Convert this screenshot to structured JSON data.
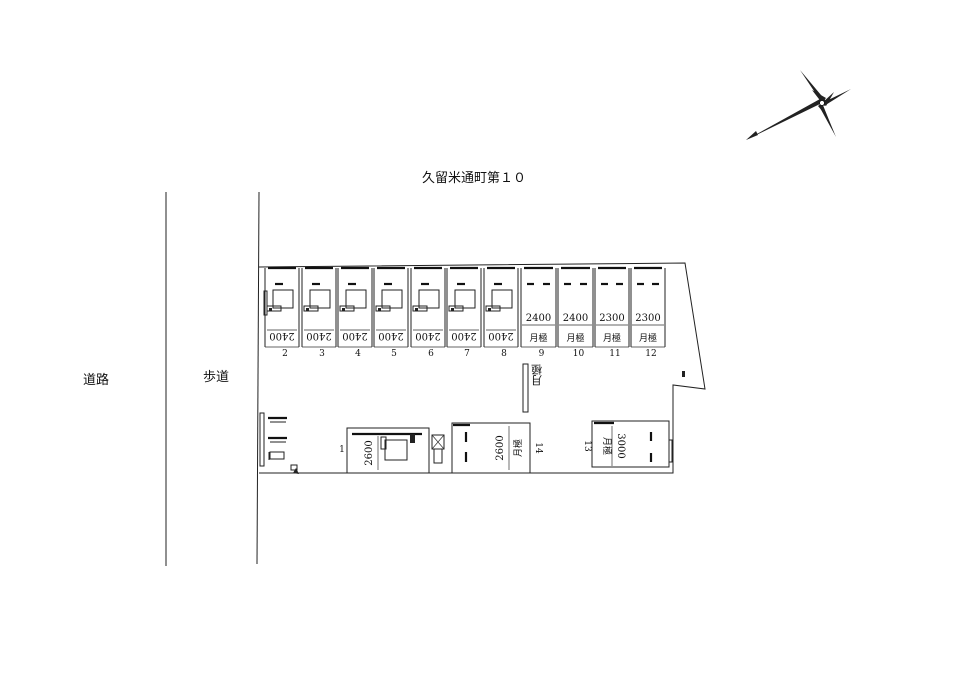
{
  "title": "久留米通町第１０",
  "road_label": "道路",
  "sidewalk_label": "歩道",
  "upper_spaces": [
    {
      "number": "2",
      "width": "2400",
      "type": "machine"
    },
    {
      "number": "3",
      "width": "2400",
      "type": "machine"
    },
    {
      "number": "4",
      "width": "2400",
      "type": "machine"
    },
    {
      "number": "5",
      "width": "2400",
      "type": "machine"
    },
    {
      "number": "6",
      "width": "2400",
      "type": "machine"
    },
    {
      "number": "7",
      "width": "2400",
      "type": "machine"
    },
    {
      "number": "8",
      "width": "2400",
      "type": "machine"
    },
    {
      "number": "9",
      "width": "2400",
      "type": "monthly",
      "label": "月極"
    },
    {
      "number": "10",
      "width": "2400",
      "type": "monthly",
      "label": "月極"
    },
    {
      "number": "11",
      "width": "2300",
      "type": "monthly",
      "label": "月極"
    },
    {
      "number": "12",
      "width": "2300",
      "type": "monthly",
      "label": "月極"
    }
  ],
  "lower_spaces": [
    {
      "number": "1",
      "width": "2600",
      "type": "machine"
    },
    {
      "number": "14",
      "width": "2600",
      "type": "monthly",
      "label": "月極"
    },
    {
      "number": "13",
      "width": "3000",
      "type": "monthly",
      "label": "月極"
    }
  ],
  "sign_text": "月極",
  "colors": {
    "line": "#222222",
    "background": "#ffffff"
  }
}
